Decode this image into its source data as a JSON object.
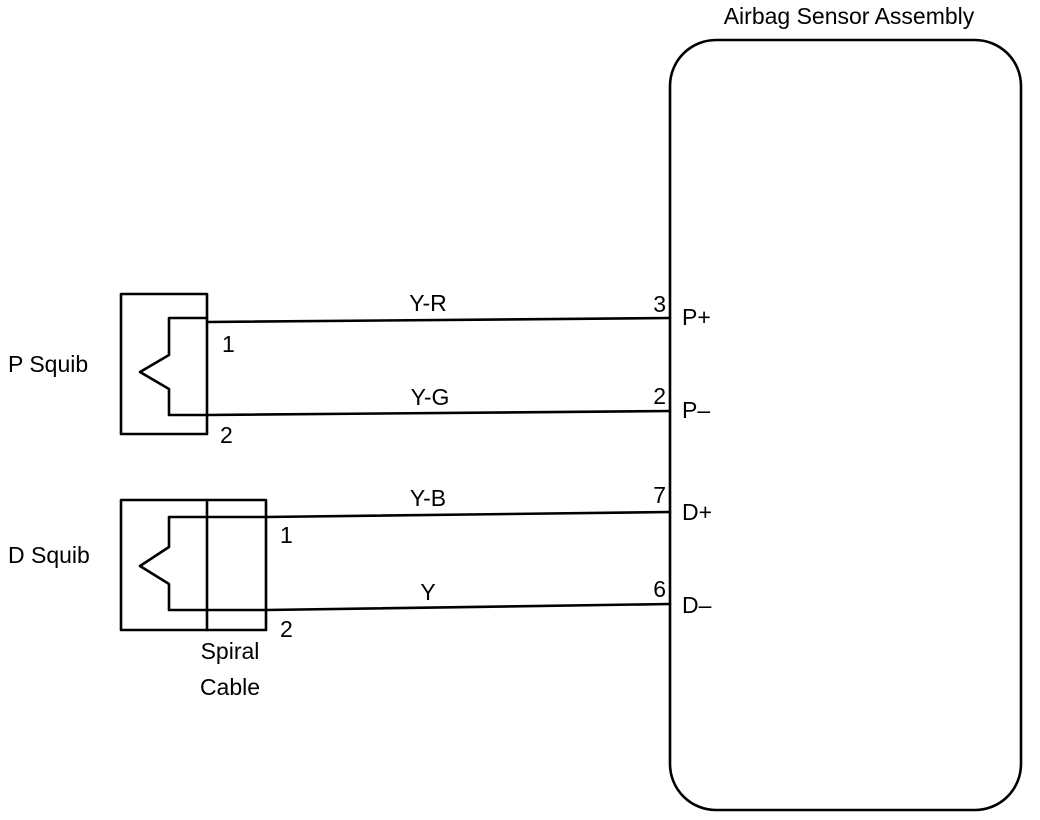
{
  "sensor": {
    "title": "Airbag Sensor Assembly"
  },
  "p_squib": {
    "label": "P Squib",
    "pin1": "1",
    "pin2": "2",
    "wire1": {
      "color": "Y-R",
      "sensor_pin": "3",
      "terminal": "P+"
    },
    "wire2": {
      "color": "Y-G",
      "sensor_pin": "2",
      "terminal": "P–"
    }
  },
  "d_squib": {
    "label": "D Squib",
    "pin1": "1",
    "pin2": "2",
    "wire1": {
      "color": "Y-B",
      "sensor_pin": "7",
      "terminal": "D+"
    },
    "wire2": {
      "color": "Y",
      "sensor_pin": "6",
      "terminal": "D–"
    }
  },
  "spiral_cable": {
    "line1": "Spiral",
    "line2": "Cable"
  }
}
